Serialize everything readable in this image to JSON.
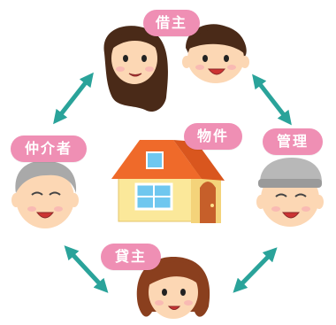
{
  "labels": {
    "borrower": "借主",
    "broker": "仲介者",
    "property": "物件",
    "manager": "管理",
    "lender": "貸主"
  },
  "colors": {
    "badge": "#ef8fb4",
    "arrow": "#2aa39a",
    "roof": "#ef6a2a",
    "wall": "#fbe89a",
    "door": "#c65f2a",
    "window": "#6fc7ef"
  },
  "icons": {
    "arrows": [
      "bidirectional-arrow-icon",
      "bidirectional-arrow-icon",
      "bidirectional-arrow-icon",
      "bidirectional-arrow-icon"
    ],
    "house": "house-icon"
  }
}
